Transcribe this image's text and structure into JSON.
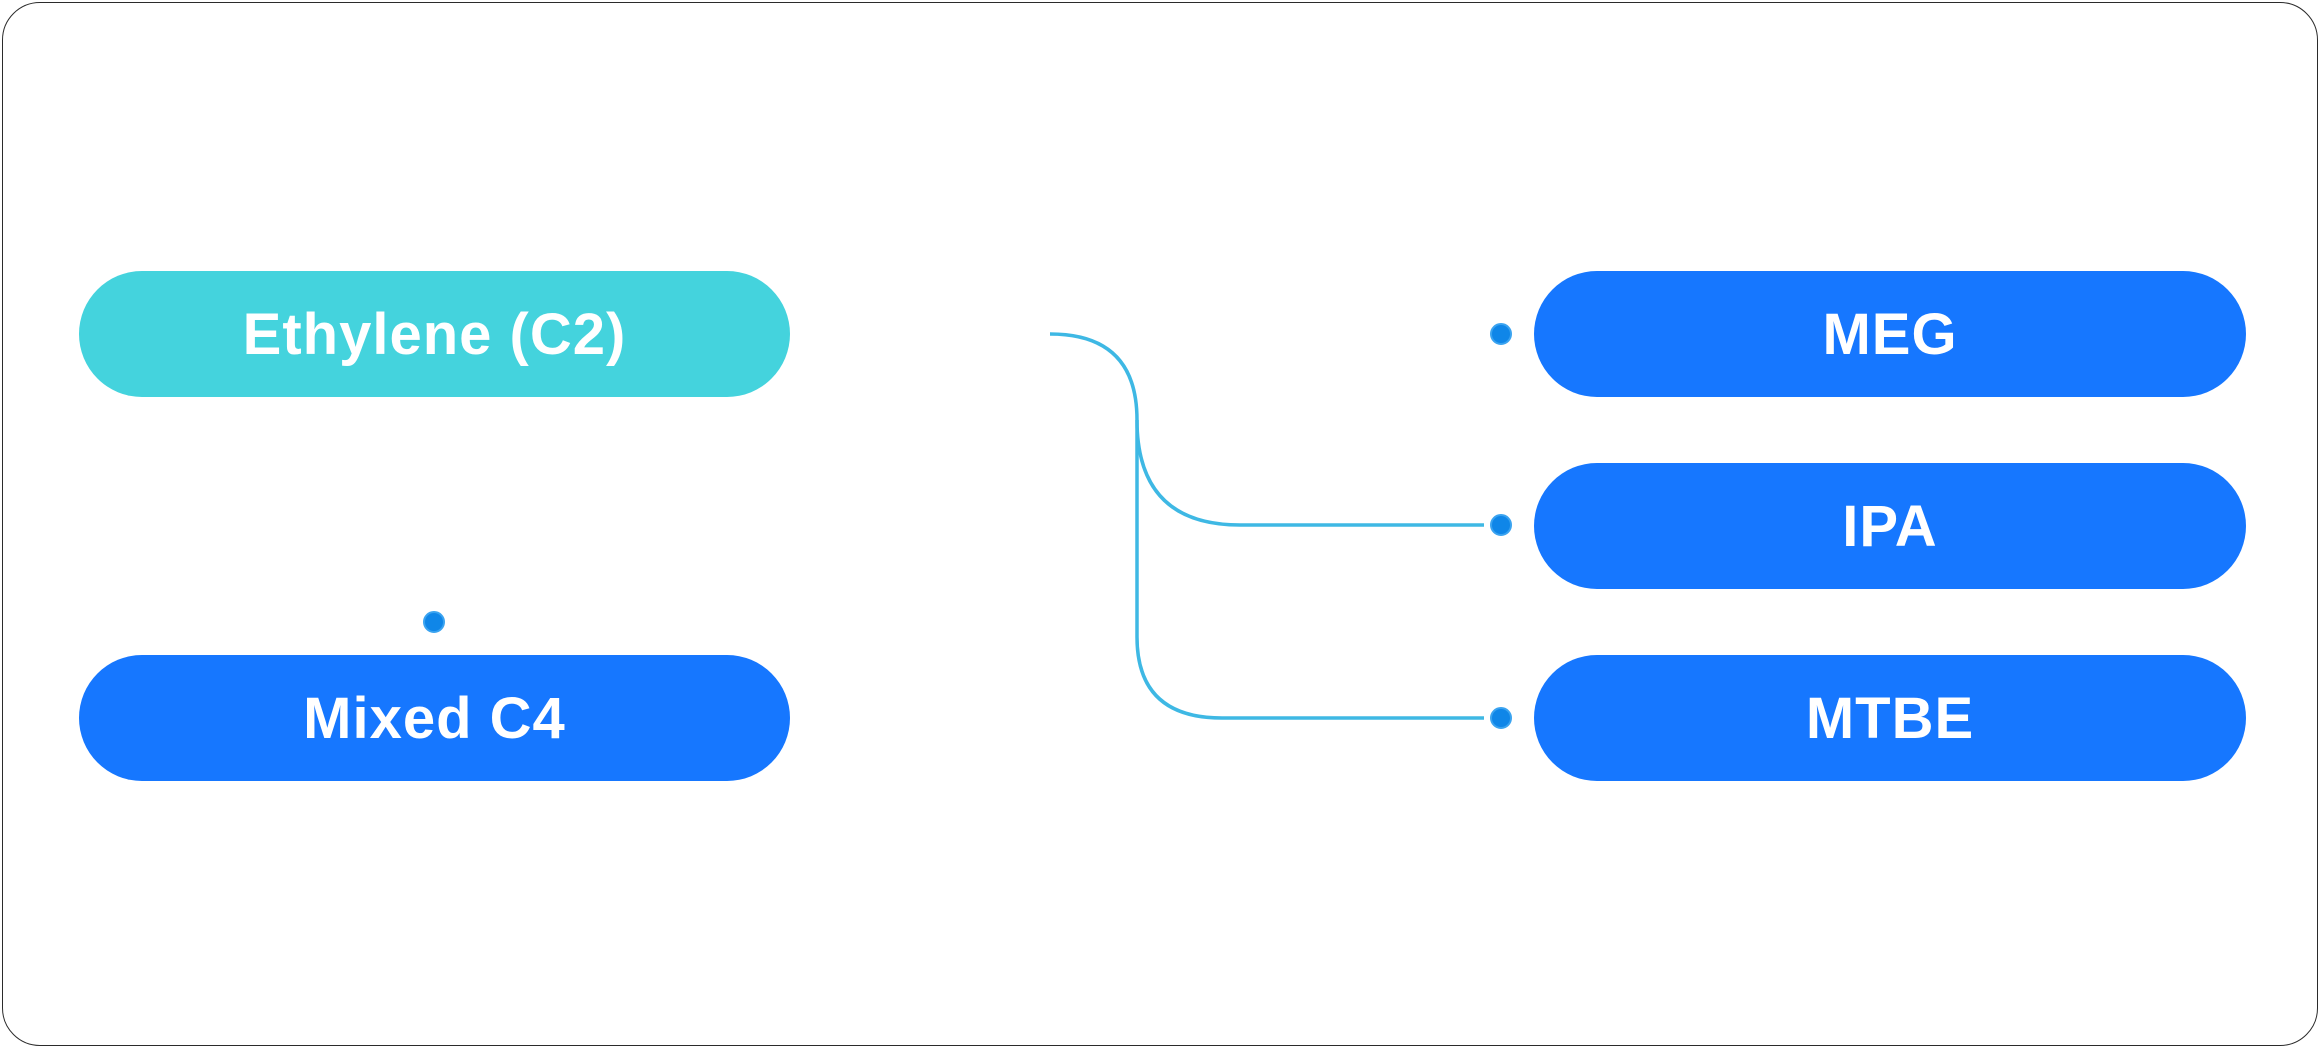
{
  "diagram": {
    "source": {
      "label": "Ethylene (C2)"
    },
    "products": [
      {
        "label": "MEG"
      },
      {
        "label": "IPA"
      },
      {
        "label": "MTBE"
      },
      {
        "label": "Mixed C4"
      }
    ],
    "colors": {
      "source_fill": "#44d3dd",
      "product_fill": "#1677ff",
      "connector_start": "#44c9e6",
      "connector_end": "#1677ff",
      "endpoint_dot": "#0f86e8",
      "frame_border": "#2b2b2b"
    }
  }
}
